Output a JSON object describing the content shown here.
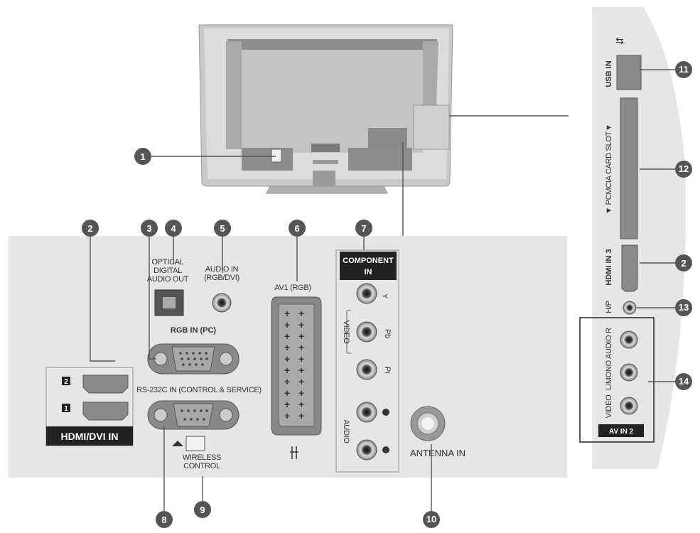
{
  "side_labels": {
    "usb_in": "USB IN",
    "pcmcia": "▼ PCMCIA CARD SLOT▼",
    "hdmi3": "HDMI IN 3",
    "headphone": "H/P",
    "av2_label": "AV IN 2",
    "av2_video": "VIDEO",
    "av2_audio": "L/MONO AUDIO R"
  },
  "panel_labels": {
    "optical_1": "OPTICAL",
    "optical_2": "DIGITAL",
    "optical_3": "AUDIO OUT",
    "audio_in_1": "AUDIO IN",
    "audio_in_2": "(RGB/DVI)",
    "av1": "AV1 (RGB)",
    "component_1": "COMPONENT",
    "component_2": "IN",
    "rgb_in": "RGB IN (PC)",
    "rs232": "RS-232C IN (CONTROL & SERVICE)",
    "hdmi_dvi": "HDMI/DVI IN",
    "hdmi_port_2": "2",
    "hdmi_port_1": "1",
    "wireless_1": "WIRELESS",
    "wireless_2": "CONTROL",
    "antenna": "ANTENNA IN",
    "video": "VIDEO",
    "audio": "AUDIO",
    "y": "Y",
    "pb": "Pb",
    "pr": "Pr"
  },
  "callouts": {
    "c1": "1",
    "c2": "2",
    "c3": "3",
    "c4": "4",
    "c5": "5",
    "c6": "6",
    "c7": "7",
    "c8": "8",
    "c9": "9",
    "c10": "10",
    "c11": "11",
    "c12": "12",
    "c13": "13",
    "c14": "14"
  },
  "colors": {
    "panel": "#e6e6e6",
    "tv_body": "#bdbdbd",
    "callout": "#555555",
    "label_bg": "#222222"
  }
}
